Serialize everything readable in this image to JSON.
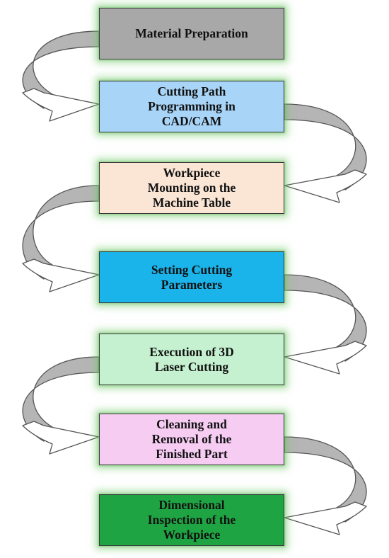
{
  "steps": [
    {
      "label": "Material Preparation",
      "color": "#a8a8a8"
    },
    {
      "label": "Cutting Path\nProgramming in\nCAD/CAM",
      "color": "#a8d4f7"
    },
    {
      "label": "Workpiece\nMounting on the\nMachine Table",
      "color": "#fbe6d6"
    },
    {
      "label": "Setting Cutting\nParameters",
      "color": "#1ab4ea"
    },
    {
      "label": "Execution of 3D\nLaser Cutting",
      "color": "#c5f1d0"
    },
    {
      "label": "Cleaning and\nRemoval of the\nFinished Part",
      "color": "#f6ccf3"
    },
    {
      "label": "Dimensional\nInspection of the\nWorkpiece",
      "color": "#1fa443"
    }
  ],
  "arrow_colors": {
    "band": "#b5b5b5",
    "head": "#ffffff",
    "outline": "#555555"
  }
}
